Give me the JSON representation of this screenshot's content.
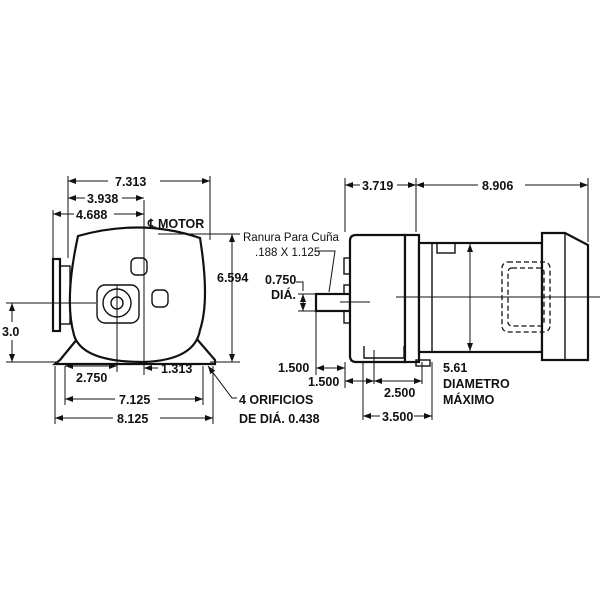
{
  "front_view": {
    "dims": {
      "overall_width": "7.313",
      "centerline_to_face": "3.938",
      "flange_to_centerline": "4.688",
      "height": "6.594",
      "shaft_height": "3.0",
      "foot_to_shaft": "2.750",
      "centerline_offset": "1.313",
      "hole_spacing": "7.125",
      "base_width": "8.125"
    },
    "centerline_label": "MOTOR",
    "holes_note": [
      "4 ORIFICIOS",
      "DE DIÁ. 0.438"
    ]
  },
  "side_view": {
    "dims": {
      "shaft_to_gear_face": "3.719",
      "motor_length": "8.906",
      "shaft_length": "1.500",
      "shaft_to_base": "1.500",
      "hole_spacing": "2.500",
      "base_length": "3.500"
    },
    "keyway_note": [
      "Ranura Para Cuña",
      ".188 X 1.125"
    ],
    "shaft_diameter": [
      "0.750",
      "DIÁ."
    ],
    "max_diameter": [
      "5.61",
      "DIAMETRO",
      "MÁXIMO"
    ]
  }
}
